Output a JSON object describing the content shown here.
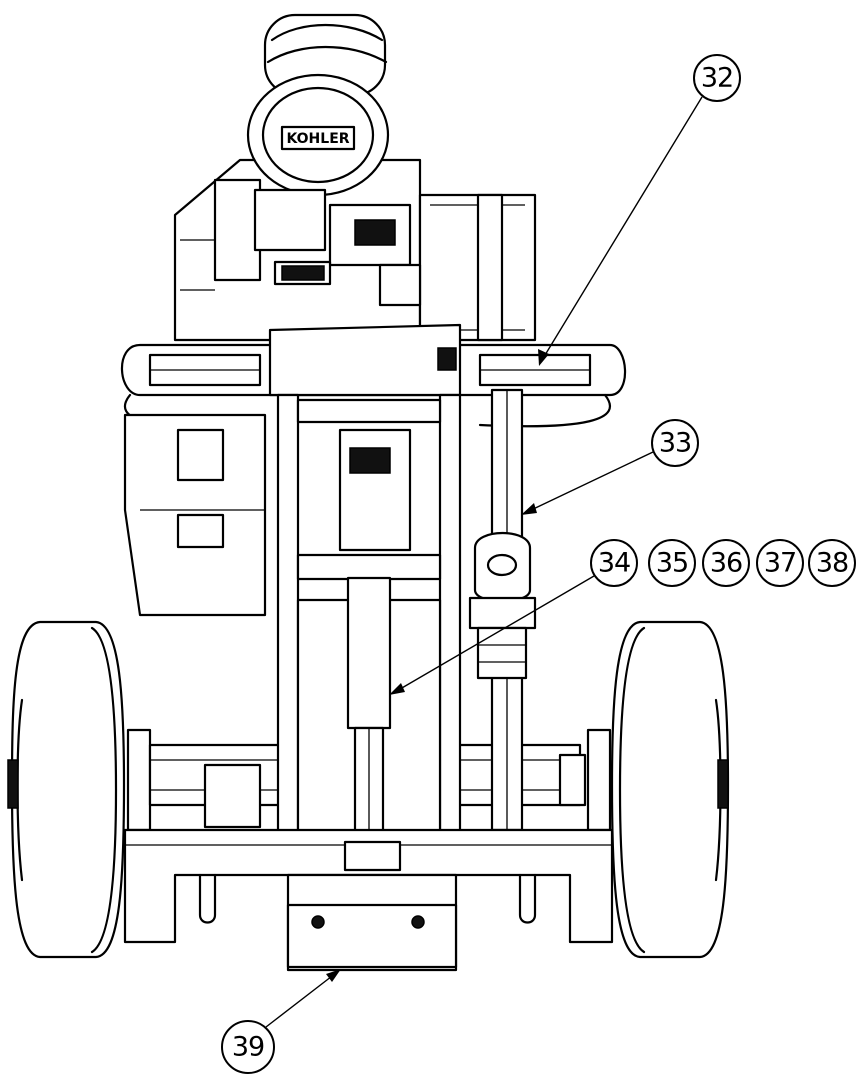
{
  "engine": {
    "brand": "KOHLER"
  },
  "callouts": [
    {
      "id": "c32",
      "label": "32"
    },
    {
      "id": "c33",
      "label": "33"
    },
    {
      "id": "c34",
      "label": "34"
    },
    {
      "id": "c35",
      "label": "35"
    },
    {
      "id": "c36",
      "label": "36"
    },
    {
      "id": "c37",
      "label": "37"
    },
    {
      "id": "c38",
      "label": "38"
    },
    {
      "id": "c39",
      "label": "39"
    }
  ]
}
